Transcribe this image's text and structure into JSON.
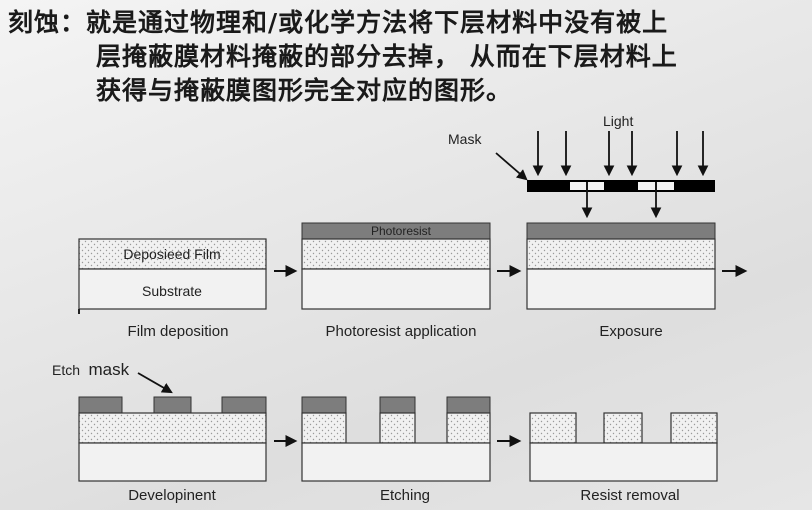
{
  "title": {
    "term": "刻蚀：",
    "line1": "就是通过物理和/或化学方法将下层材料中没有被上",
    "line2": "层掩蔽膜材料掩蔽的部分去掉， 从而在下层材料上",
    "line3": "获得与掩蔽膜图形完全对应的图形。"
  },
  "diagram": {
    "film_label": "Deposieed Film",
    "substrate_label": "Substrate",
    "photoresist_label": "Photoresist",
    "mask_label": "Mask",
    "light_label": "Light",
    "etch_mask_prefix": "Etch",
    "etch_mask_word": "mask",
    "steps": {
      "film_deposition": "Film deposition",
      "photoresist_application": "Photoresist application",
      "exposure": "Exposure",
      "development": "Developinent",
      "etching": "Etching",
      "resist_removal": "Resist removal"
    }
  },
  "colors": {
    "film_fill": "#f1f1f1",
    "resist": "#7d7d7d",
    "mask_bar": "#000000",
    "outline": "#222222"
  }
}
